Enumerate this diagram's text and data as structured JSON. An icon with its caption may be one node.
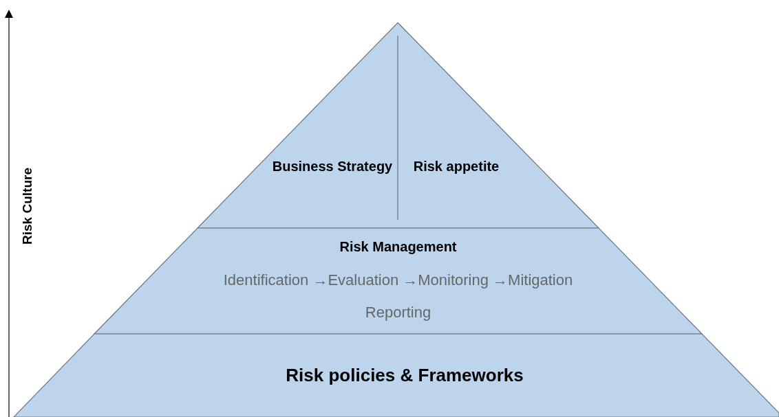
{
  "diagram": {
    "nodes": [
      {
        "text": [
          "Business Strategy",
          "Risk appetite"
        ]
      },
      {
        "text": [
          "Risk Management",
          "Identification →Evaluation →Monitoring →Mitigation",
          "Reporting"
        ]
      },
      {
        "text": [
          "Risk policies & Frameworks"
        ]
      }
    ],
    "labels": [
      "Risk Culture"
    ]
  }
}
